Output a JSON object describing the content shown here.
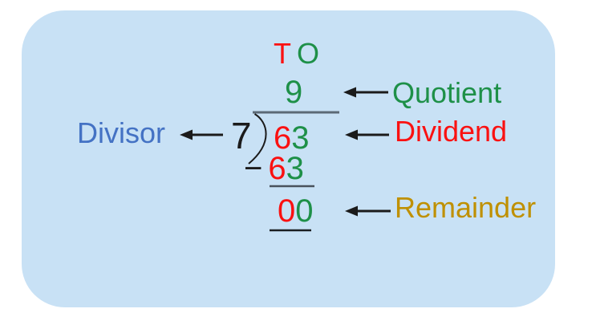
{
  "colors": {
    "panel": "#c8e1f5",
    "tens": "#fa1111",
    "ones": "#1e9048",
    "divisor": "#4472c4",
    "remainder": "#bf9000",
    "ink": "#1b1b1b",
    "bar": "#5c6a76",
    "rule-mid": "#49525c",
    "rule-dark": "#1b1e22"
  },
  "header": {
    "tens": "T",
    "ones": "O"
  },
  "division": {
    "quotient": "9",
    "divisor": "7",
    "dividend_tens": "6",
    "dividend_ones": "3",
    "minus_sign": "−",
    "subtrahend_tens": "6",
    "subtrahend_ones": "3",
    "remainder_tens": "0",
    "remainder_ones": "0"
  },
  "callouts": {
    "divisor": "Divisor",
    "quotient": "Quotient",
    "dividend": "Dividend",
    "remainder": "Remainder"
  }
}
